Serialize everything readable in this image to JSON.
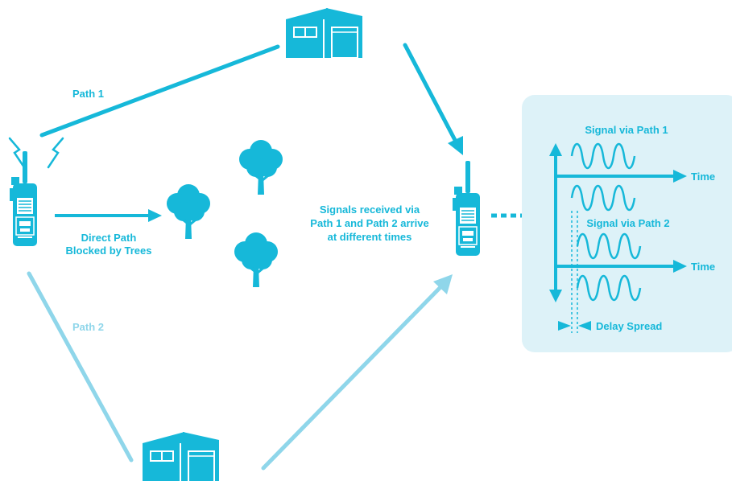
{
  "colors": {
    "primary": "#16b8d9",
    "light": "#8fd6ea",
    "panel": "#ddf2f8",
    "white": "#ffffff"
  },
  "labels": {
    "path1": "Path 1",
    "path2": "Path 2",
    "direct_line1": "Direct Path",
    "direct_line2": "Blocked by Trees",
    "received_line1": "Signals received via",
    "received_line2": "Path 1 and Path 2 arrive",
    "received_line3": "at different times"
  },
  "panel": {
    "signal_path1": "Signal via Path 1",
    "signal_path2": "Signal via Path 2",
    "time_label_1": "Time",
    "time_label_2": "Time",
    "delay_spread": "Delay Spread"
  },
  "icons": [
    "transmitter-radio-icon",
    "receiver-radio-icon",
    "house-icon",
    "tree-icon",
    "sine-wave-icon"
  ]
}
